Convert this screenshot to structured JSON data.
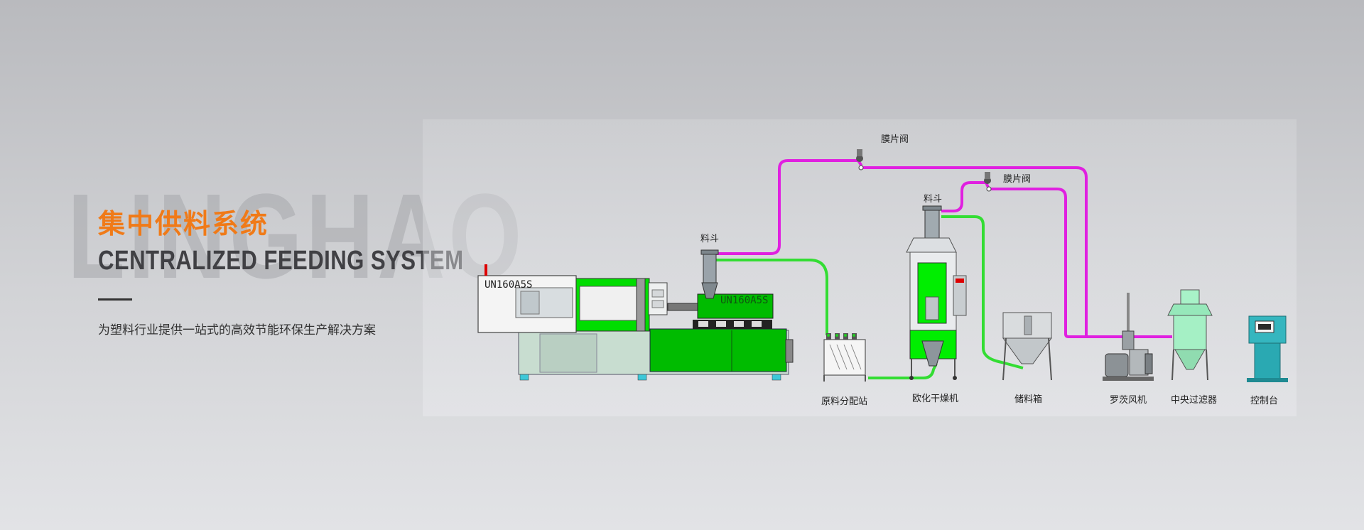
{
  "hero": {
    "watermark": "LINGHAO",
    "title": "集中供料系统",
    "subtitle": "CENTRALIZED FEEDING SYSTEM",
    "description": "为塑料行业提供一站式的高效节能环保生产解决方案"
  },
  "diagram": {
    "labels": {
      "valve_1": "膜片阀",
      "valve_2": "膜片阀",
      "hopper_1": "料斗",
      "hopper_2": "料斗",
      "distribution_station": "原料分配站",
      "euro_dryer": "欧化干燥机",
      "storage_bin": "储料箱",
      "roots_blower": "罗茨风机",
      "central_filter": "中央过滤器",
      "control_panel": "控制台"
    },
    "machine_model": "UN160A5S"
  },
  "colors": {
    "title_orange": "#f07a18",
    "machine_green": "#00cc00",
    "vacuum_line_magenta": "#e020e0",
    "material_line_green": "#33dd33",
    "teal": "#35b6bf"
  }
}
